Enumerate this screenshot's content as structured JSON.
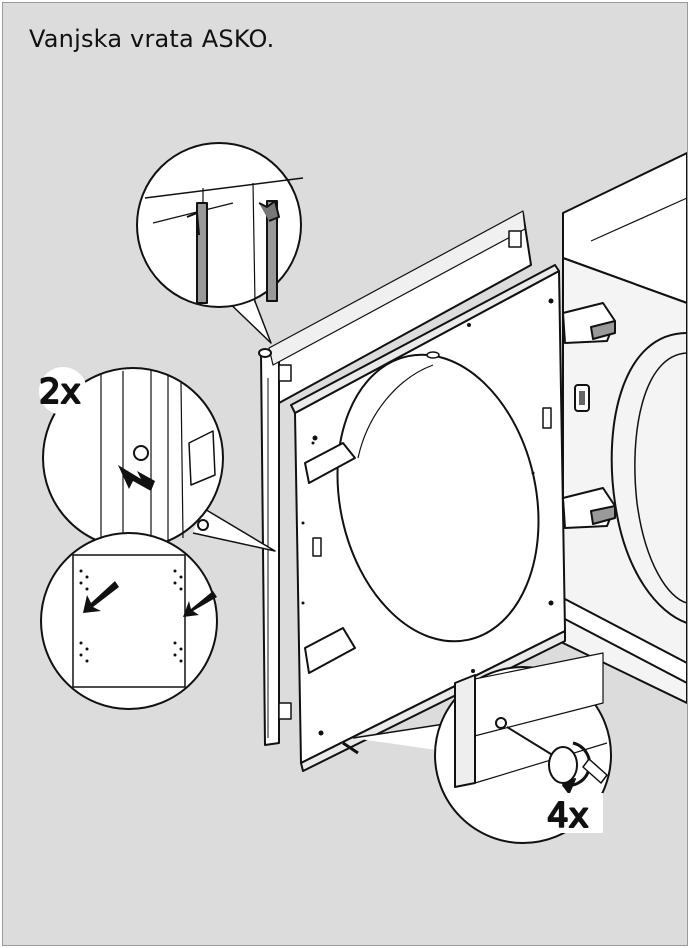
{
  "title": "Vanjska vrata ASKO.",
  "callouts": {
    "hinge_screws_count": "2x",
    "door_screws_count": "4x"
  },
  "colors": {
    "background": "#dcdcdc",
    "panel": "#ffffff",
    "line": "#111111",
    "arrow": "#111111"
  },
  "icons": [
    "arrow-icon",
    "rotate-icon",
    "screwdriver-icon",
    "screw-icon"
  ]
}
